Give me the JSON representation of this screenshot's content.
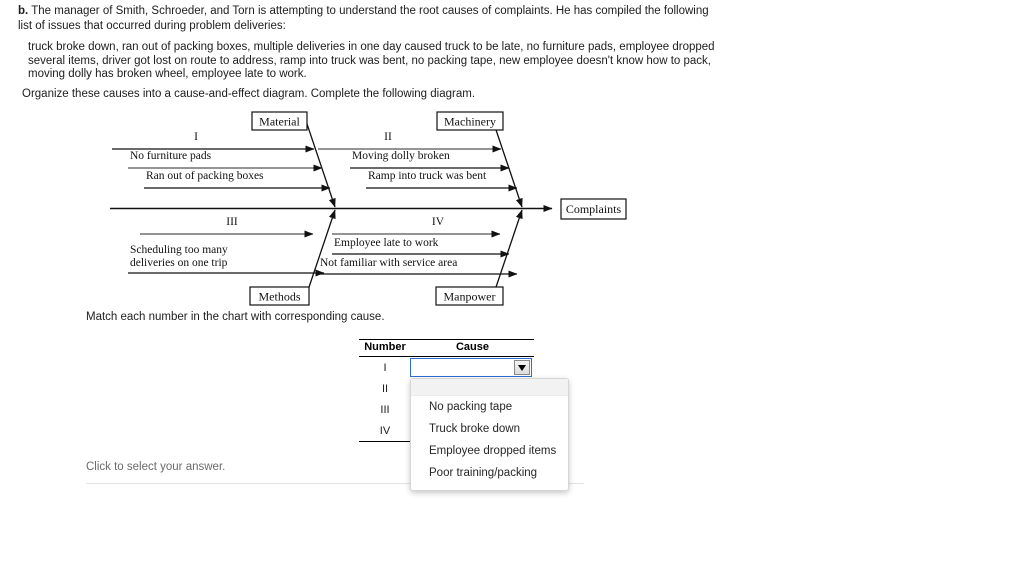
{
  "question": {
    "label": "b.",
    "intro": "The manager of Smith, Schroeder, and Torn is attempting to understand the root causes of complaints. He has compiled the following list of issues that occurred during problem deliveries:",
    "issues": "truck broke down, ran out of packing boxes, multiple deliveries in one day caused truck to be late, no furniture pads, employee dropped several items, driver got lost on route to address, ramp into truck was bent, no packing tape, new employee doesn't know how to pack, moving dolly has broken wheel, employee late to work.",
    "organize": "Organize these causes into a cause-and-effect diagram. Complete the following diagram.",
    "match_instruction": "Match each number in the chart with corresponding cause."
  },
  "diagram": {
    "effect": "Complaints",
    "categories": {
      "top_left": "Material",
      "top_right": "Machinery",
      "bottom_left": "Methods",
      "bottom_right": "Manpower"
    },
    "branches": {
      "material": [
        "I",
        "No furniture pads",
        "Ran out of packing boxes"
      ],
      "machinery": [
        "II",
        "Moving dolly broken",
        "Ramp into truck was bent"
      ],
      "methods": [
        "III",
        "Scheduling too many",
        "deliveries on one trip"
      ],
      "manpower": [
        "IV",
        "Employee late to work",
        "Not familiar with service area"
      ]
    }
  },
  "table": {
    "headers": [
      "Number",
      "Cause"
    ],
    "rows": [
      {
        "number": "I",
        "cause": ""
      },
      {
        "number": "II",
        "cause": ""
      },
      {
        "number": "III",
        "cause": ""
      },
      {
        "number": "IV",
        "cause": ""
      }
    ]
  },
  "dropdown": {
    "selected": "",
    "options": [
      "No packing tape",
      "Truck broke down",
      "Employee dropped items",
      "Poor training/packing"
    ]
  },
  "footer": {
    "hint": "Click to select your answer."
  },
  "colors": {
    "focus_border": "#2c6fd1",
    "rule": "#000000",
    "hint_text": "#6b6b6b"
  }
}
